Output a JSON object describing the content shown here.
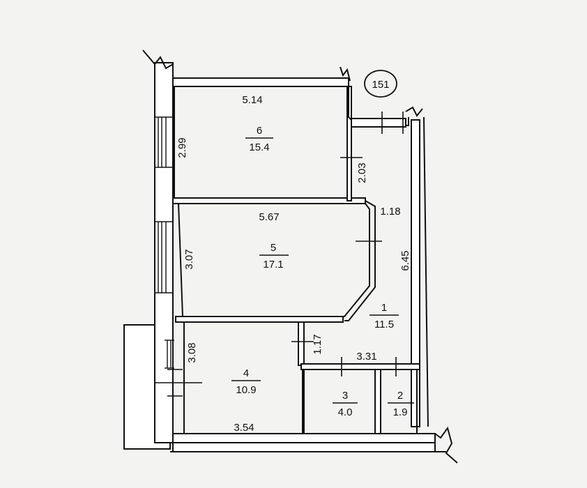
{
  "plan_number": "151",
  "rooms": [
    {
      "number": "6",
      "area": "15.4"
    },
    {
      "number": "5",
      "area": "17.1"
    },
    {
      "number": "4",
      "area": "10.9"
    },
    {
      "number": "1",
      "area": "11.5"
    },
    {
      "number": "3",
      "area": "4.0"
    },
    {
      "number": "2",
      "area": "1.9"
    }
  ],
  "dimensions": {
    "room6_width": "5.14",
    "room6_depth": "2.99",
    "room5_width": "5.67",
    "room5_depth": "3.07",
    "room4_width": "3.54",
    "room4_depth": "3.08",
    "hall_upper_depth": "2.03",
    "hall_upper_width": "1.18",
    "hall_length": "6.45",
    "hall_lower_depth": "1.17",
    "hall_lower_width": "3.31"
  }
}
